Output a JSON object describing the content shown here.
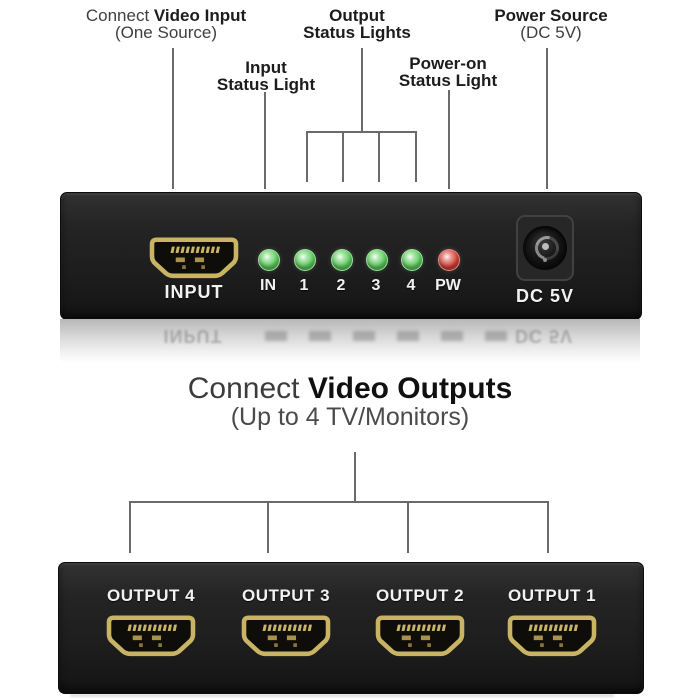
{
  "callouts": {
    "video_input": {
      "line1_prefix": "Connect ",
      "line1_bold": "Video Input",
      "line2": "(One Source)"
    },
    "input_light": {
      "line1": "Input",
      "line2": "Status Light"
    },
    "output_lights": {
      "line1": "Output",
      "line2": "Status Lights"
    },
    "poweron_light": {
      "line1": "Power-on",
      "line2": "Status Light"
    },
    "power_source": {
      "line1": "Power Source",
      "line2": "(DC 5V)"
    }
  },
  "top_device": {
    "input_port_label": "INPUT",
    "leds": [
      {
        "label": "IN",
        "color": "#5fd05f"
      },
      {
        "label": "1",
        "color": "#5fd05f"
      },
      {
        "label": "2",
        "color": "#5fd05f"
      },
      {
        "label": "3",
        "color": "#5fd05f"
      },
      {
        "label": "4",
        "color": "#5fd05f"
      },
      {
        "label": "PW",
        "color": "#d84237"
      }
    ],
    "dc_jack_label": "DC 5V"
  },
  "middle_heading": {
    "line1_prefix": "Connect ",
    "line1_bold": "Video Outputs",
    "line2": "(Up to 4 TV/Monitors)"
  },
  "bottom_device": {
    "ports": [
      {
        "label": "OUTPUT 4"
      },
      {
        "label": "OUTPUT 3"
      },
      {
        "label": "OUTPUT 2"
      },
      {
        "label": "OUTPUT 1"
      }
    ]
  },
  "colors": {
    "led_green": "#5fd05f",
    "led_red": "#d84237",
    "hdmi_gold": "#c9b464",
    "line_gray": "#6a6a6a",
    "device_black": "#1d1d1d"
  }
}
